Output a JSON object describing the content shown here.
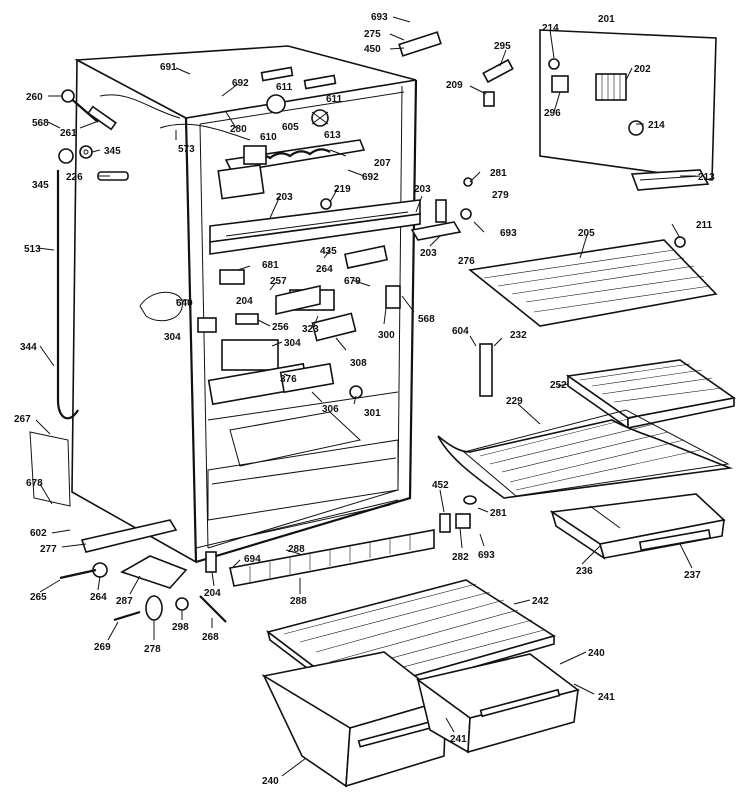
{
  "labels": {
    "l693a": "693",
    "l275": "275",
    "l450": "450",
    "l295": "295",
    "l214a": "214",
    "l201": "201",
    "l209": "209",
    "l202": "202",
    "l296": "296",
    "l214b": "214",
    "l691": "691",
    "l260a": "260",
    "l692a": "692",
    "l611a": "611",
    "l611b": "611",
    "l568a": "568",
    "l261": "261",
    "l280": "280",
    "l610": "610",
    "l605": "605",
    "l613": "613",
    "l573": "573",
    "l345a": "345",
    "l345b": "345",
    "l226": "226",
    "l207": "207",
    "l692b": "692",
    "l281a": "281",
    "l279": "279",
    "l219": "219",
    "l213": "213",
    "l203a": "203",
    "l203b": "203",
    "l693b": "693",
    "l211": "211",
    "l203c": "203",
    "l205": "205",
    "l435": "435",
    "l276": "276",
    "l513": "513",
    "l681": "681",
    "l264": "264",
    "l257": "257",
    "l679": "679",
    "l640": "640",
    "l204a": "204",
    "l568b": "568",
    "l300": "300",
    "l604": "604",
    "l232": "232",
    "l256": "256",
    "l323": "323",
    "l304a": "304",
    "l304b": "304",
    "l308": "308",
    "l344": "344",
    "l252": "252",
    "l376": "376",
    "l229": "229",
    "l306": "306",
    "l301": "301",
    "l267": "267",
    "l678": "678",
    "l452": "452",
    "l281b": "281",
    "l602": "602",
    "l277": "277",
    "l282": "282",
    "l693c": "693",
    "l694": "694",
    "l288a": "288",
    "l236": "236",
    "l237": "237",
    "l265": "265",
    "l264b": "264",
    "l287": "287",
    "l298": "298",
    "l288b": "288",
    "l204b": "204",
    "l242": "242",
    "l269": "269",
    "l278": "278",
    "l268": "268",
    "l240a": "240",
    "l241a": "241",
    "l241b": "241",
    "l240b": "240"
  }
}
